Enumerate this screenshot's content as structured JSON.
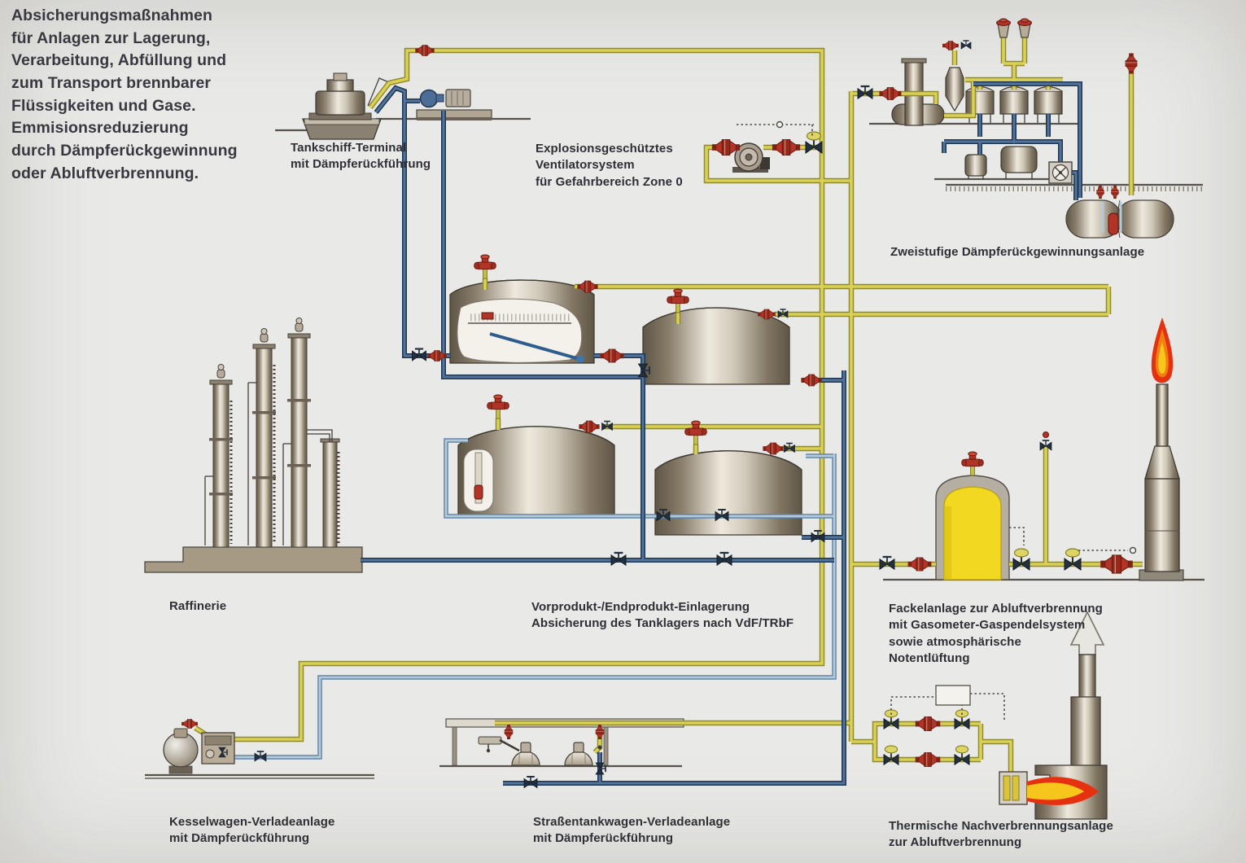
{
  "intro": "Absicherungsmaßnahmen\nfür Anlagen zur Lagerung,\nVerarbeitung, Abfüllung und\nzum Transport brennbarer\nFlüssigkeiten und Gase.\nEmmisionsreduzierung\ndurch Dämpferückgewinnung\noder Abluftverbrennung.",
  "labels": {
    "ship_terminal": "Tankschiff-Terminal\nmit Dämpferückführung",
    "ventilator": "Explosionsgeschütztes\nVentilatorsystem\nfür Gefahrbereich Zone 0",
    "vru": "Zweistufige Dämpferückgewinnungsanlage",
    "refinery": "Raffinerie",
    "tank_storage": "Vorprodukt-/Endprodukt-Einlagerung\nAbsicherung des Tanklagers nach VdF/TRbF",
    "flare": "Fackelanlage zur Abluftverbrennung\nmit Gasometer-Gaspendelsystem\nsowie atmosphärische\nNotentlüftung",
    "rail_loading": "Kesselwagen-Verladeanlage\nmit Dämpferückführung",
    "road_loading": "Straßentankwagen-Verladeanlage\nmit Dämpferückführung",
    "afterburner": "Thermische Nachverbrennungsanlage\nzur Abluftverbrennung"
  },
  "colors": {
    "background": "#e9e9e7",
    "vapor_pipe_yellow": "#d9d055",
    "liquid_pipe_blue": "#50749c",
    "liquid_pipe_light_blue": "#b3cada",
    "flame_arrester_red": "#b23427",
    "gasometer_yellow": "#f2d821",
    "flame_red": "#e5310f",
    "flame_core_yellow": "#f7c61c",
    "equipment_gray": "#a89a8a"
  }
}
